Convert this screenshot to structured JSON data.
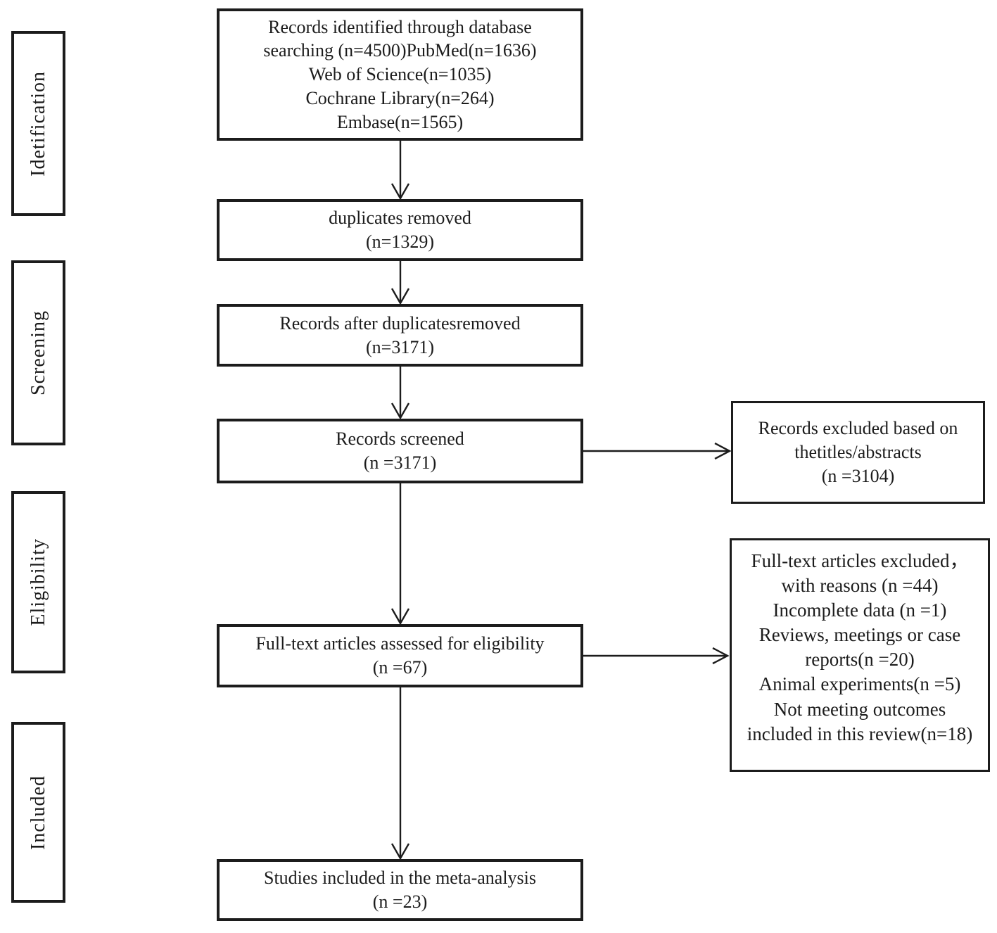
{
  "stages": [
    {
      "label": "Idetification"
    },
    {
      "label": "Screening"
    },
    {
      "label": "Eligibility"
    },
    {
      "label": "Included"
    }
  ],
  "flow": {
    "identified": "Records identified through database\nsearching (n=4500)PubMed(n=1636)\nWeb of Science(n=1035)\nCochrane Library(n=264)\nEmbase(n=1565)",
    "duplicates_removed": "duplicates removed\n(n=1329)",
    "after_duplicates": "Records after duplicatesremoved\n(n=3171)",
    "screened": "Records screened\n(n =3171)",
    "fulltext_assessed": "Full-text articles assessed for eligibility\n(n =67)",
    "included_studies": "Studies included in the meta-analysis\n(n =23)"
  },
  "exclusions": {
    "titles_abstracts": "Records excluded based on\nthetitles/abstracts\n(n =3104)",
    "fulltext_reasons": "Full-text articles excluded，\nwith reasons (n =44)\nIncomplete data (n =1)\nReviews, meetings or case\nreports(n =20)\nAnimal experiments(n =5)\nNot meeting outcomes\nincluded in this review(n=18)"
  },
  "colors": {
    "line": "#1c1c1c",
    "background": "#ffffff"
  }
}
